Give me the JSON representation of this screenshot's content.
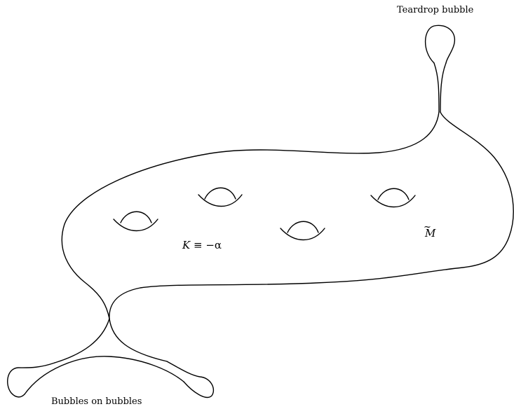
{
  "labels": {
    "teardrop": "Teardrop bubble",
    "bubbles_on_bubbles": "Bubbles on bubbles",
    "curvature_lhs": "K",
    "curvature_rest": " ≡ −α",
    "manifold_base": "M",
    "manifold_accent": "~"
  },
  "colors": {
    "stroke": "#000000",
    "background": "#ffffff"
  }
}
